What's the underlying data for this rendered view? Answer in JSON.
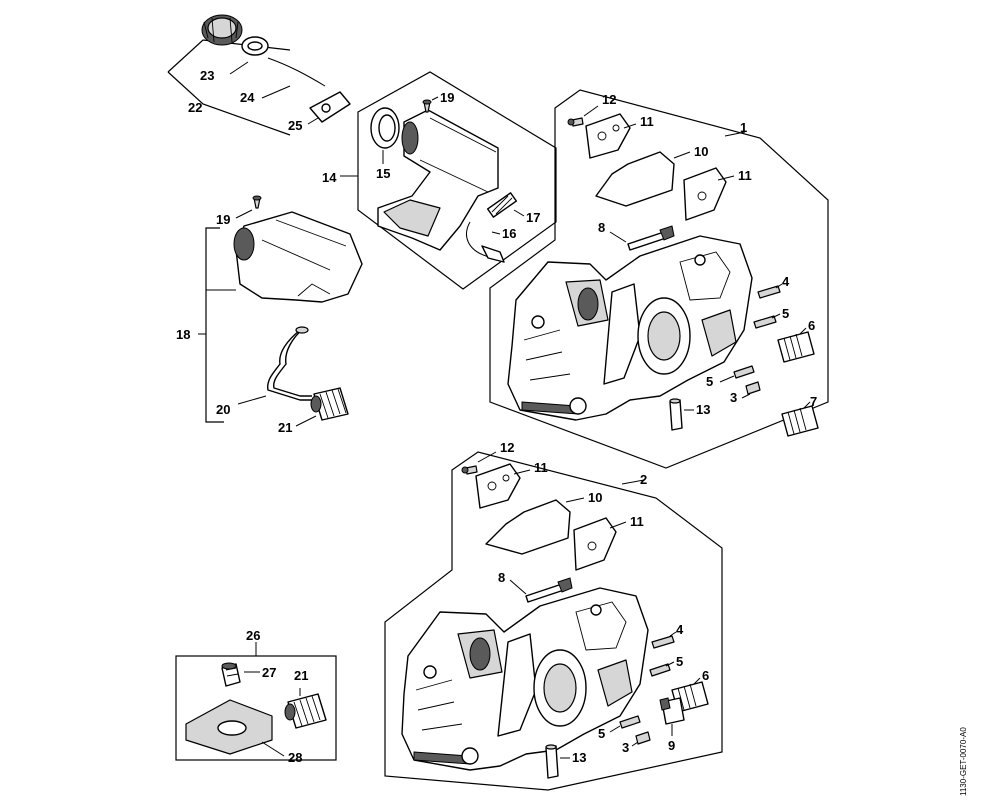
{
  "diagram": {
    "reference_code": "1130-GET-0070-A0",
    "callouts": {
      "c1": "1",
      "c2": "2",
      "c3a": "3",
      "c3b": "3",
      "c4a": "4",
      "c4b": "4",
      "c5a": "5",
      "c5b": "5",
      "c5c": "5",
      "c5d": "5",
      "c6a": "6",
      "c6b": "6",
      "c7": "7",
      "c8a": "8",
      "c8b": "8",
      "c9": "9",
      "c10a": "10",
      "c10b": "10",
      "c11a": "11",
      "c11b": "11",
      "c11c": "11",
      "c11d": "11",
      "c12a": "12",
      "c12b": "12",
      "c13a": "13",
      "c13b": "13",
      "c14": "14",
      "c15": "15",
      "c16": "16",
      "c17": "17",
      "c18": "18",
      "c19a": "19",
      "c19b": "19",
      "c20": "20",
      "c21a": "21",
      "c21b": "21",
      "c22": "22",
      "c23": "23",
      "c24": "24",
      "c25": "25",
      "c26": "26",
      "c27": "27",
      "c28": "28"
    }
  }
}
